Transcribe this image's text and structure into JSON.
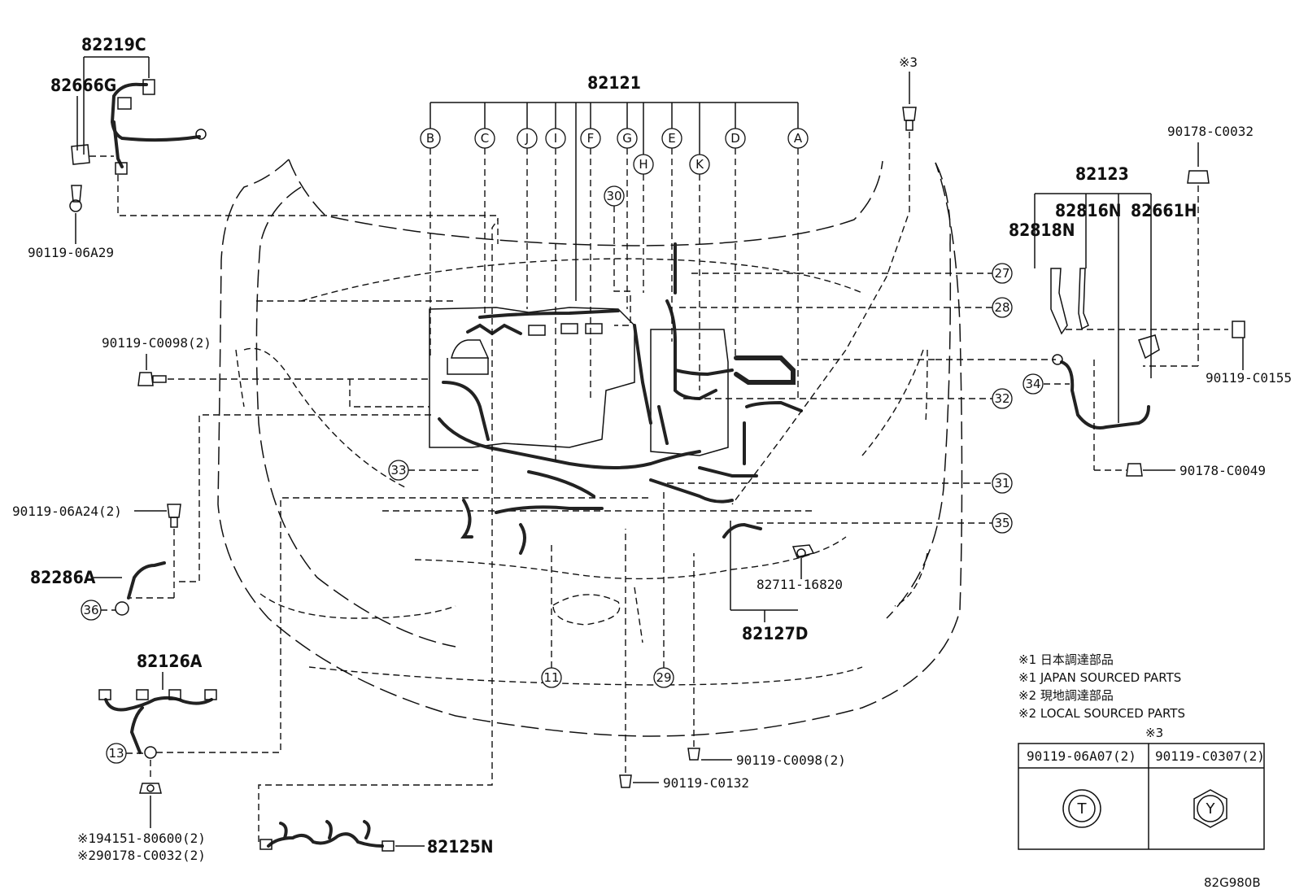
{
  "diagram_code": "82G980B",
  "callouts": {
    "c82219C": "82219C",
    "c82666G": "82666G",
    "c90119_06A29": "90119-06A29",
    "c82121": "82121",
    "cNote3Top": "※3",
    "c90178_C0032": "90178-C0032",
    "c82123": "82123",
    "c82816N": "82816N",
    "c82661H": "82661H",
    "c82818N": "82818N",
    "c90119_C0098_left": "90119-C0098(2)",
    "c90119_C0155": "90119-C0155",
    "c90178_C0049": "90178-C0049",
    "c90119_06A24": "90119-06A24(2)",
    "c82286A": "82286A",
    "c82711_16820": "82711-16820",
    "c82127D": "82127D",
    "c82126A": "82126A",
    "c90119_C0098_bottom": "90119-C0098(2)",
    "c90119_C0132": "90119-C0132",
    "c94151": "※194151-80600(2)",
    "c90178_C0032_2": "※290178-C0032(2)",
    "c82125N": "82125N"
  },
  "letters": {
    "B": "B",
    "C": "C",
    "J": "J",
    "I": "I",
    "F": "F",
    "G": "G",
    "H": "H",
    "E": "E",
    "K": "K",
    "D": "D",
    "A": "A"
  },
  "numbers": {
    "n30": "30",
    "n27": "27",
    "n28": "28",
    "n32": "32",
    "n34": "34",
    "n33": "33",
    "n31": "31",
    "n35": "35",
    "n36": "36",
    "n13": "13",
    "n11": "11",
    "n29": "29"
  },
  "notes": {
    "line1": "※1 日本調達部品",
    "line2": "※1 JAPAN SOURCED PARTS",
    "line3": "※2 現地調達部品",
    "line4": "※2 LOCAL SOURCED PARTS"
  },
  "table": {
    "caption": "※3",
    "col1_header": "90119-06A07(2)",
    "col2_header": "90119-C0307(2)",
    "col1_symbol": "T",
    "col2_symbol": "Y"
  }
}
